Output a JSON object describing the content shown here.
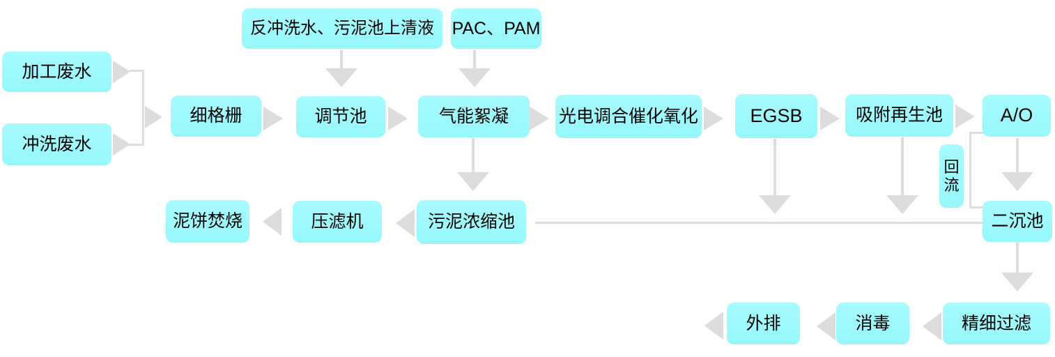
{
  "diagram": {
    "type": "flowchart",
    "subject": "wastewater-treatment-process",
    "colors": {
      "node_fill": "#9CFAFC",
      "connector": "#DCDCDC",
      "text": "#000000",
      "background": "#FFFFFF"
    },
    "nodes": {
      "processing_wastewater": {
        "label": "加工废水"
      },
      "rinse_wastewater": {
        "label": "冲洗废水"
      },
      "backwash_supernatant": {
        "label": "反冲洗水、污泥池上清液"
      },
      "pac_pam": {
        "label": "PAC、PAM"
      },
      "fine_screen": {
        "label": "细格栅"
      },
      "regulating_tank": {
        "label": "调节池"
      },
      "gas_flocculation": {
        "label": "气能絮凝"
      },
      "photoelectric_oxidation": {
        "label": "光电调合催化氧化"
      },
      "egsb": {
        "label": "EGSB"
      },
      "adsorption_regeneration": {
        "label": "吸附再生池"
      },
      "ao": {
        "label": "A/O"
      },
      "reflux": {
        "label": "回流"
      },
      "secondary_sedimentation": {
        "label": "二沉池"
      },
      "sludge_thickening": {
        "label": "污泥浓缩池"
      },
      "filter_press": {
        "label": "压滤机"
      },
      "sludge_incineration": {
        "label": "泥饼焚烧"
      },
      "fine_filtration": {
        "label": "精细过滤"
      },
      "disinfection": {
        "label": "消毒"
      },
      "discharge": {
        "label": "外排"
      }
    },
    "edges": [
      {
        "from": "processing_wastewater",
        "to": "fine_screen"
      },
      {
        "from": "rinse_wastewater",
        "to": "fine_screen"
      },
      {
        "from": "fine_screen",
        "to": "regulating_tank"
      },
      {
        "from": "backwash_supernatant",
        "to": "regulating_tank"
      },
      {
        "from": "regulating_tank",
        "to": "gas_flocculation"
      },
      {
        "from": "pac_pam",
        "to": "gas_flocculation"
      },
      {
        "from": "gas_flocculation",
        "to": "photoelectric_oxidation"
      },
      {
        "from": "gas_flocculation",
        "to": "sludge_thickening"
      },
      {
        "from": "photoelectric_oxidation",
        "to": "egsb"
      },
      {
        "from": "egsb",
        "to": "adsorption_regeneration"
      },
      {
        "from": "egsb",
        "to": "sludge_thickening"
      },
      {
        "from": "adsorption_regeneration",
        "to": "ao"
      },
      {
        "from": "adsorption_regeneration",
        "to": "sludge_thickening"
      },
      {
        "from": "ao",
        "to": "secondary_sedimentation"
      },
      {
        "from": "secondary_sedimentation",
        "to": "ao",
        "label": "回流"
      },
      {
        "from": "secondary_sedimentation",
        "to": "sludge_thickening"
      },
      {
        "from": "secondary_sedimentation",
        "to": "fine_filtration"
      },
      {
        "from": "sludge_thickening",
        "to": "filter_press"
      },
      {
        "from": "filter_press",
        "to": "sludge_incineration"
      },
      {
        "from": "fine_filtration",
        "to": "disinfection"
      },
      {
        "from": "disinfection",
        "to": "discharge"
      },
      {
        "from": "discharge",
        "to": "out"
      }
    ]
  }
}
